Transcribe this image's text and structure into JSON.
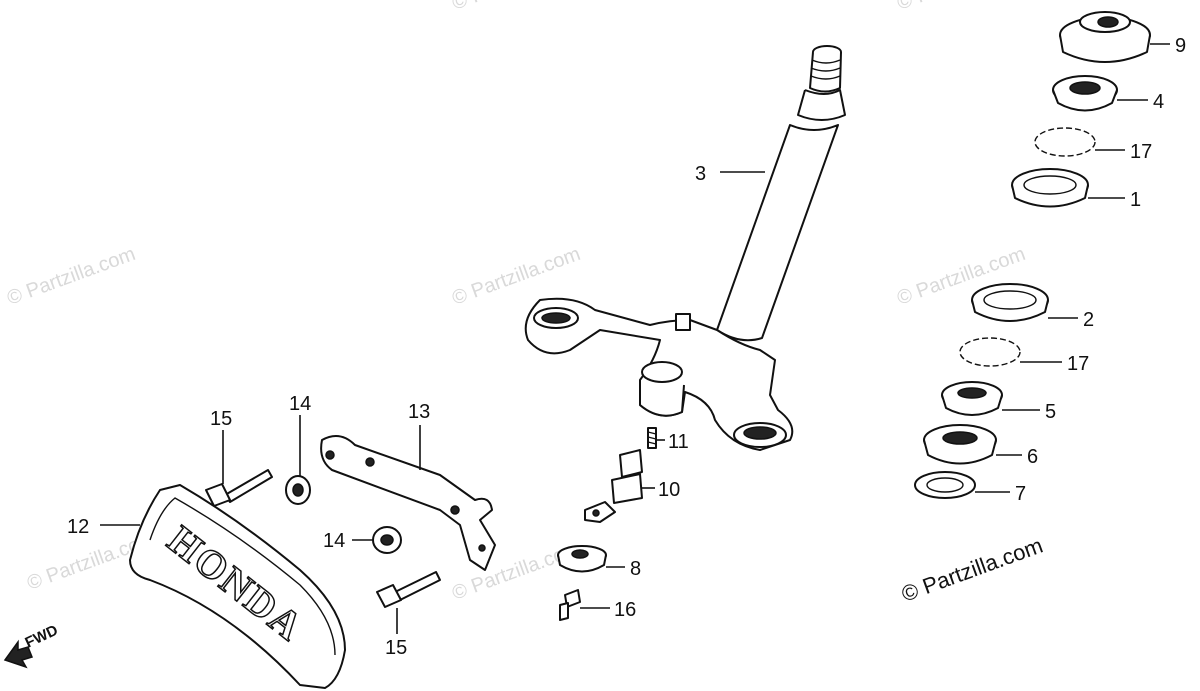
{
  "watermark": "© Partzilla.com",
  "copyright": "© Partzilla.com",
  "emblem_text": "HONDA",
  "fwd_label": "FWD",
  "callouts": {
    "c1": "1",
    "c2": "2",
    "c3": "3",
    "c4": "4",
    "c5": "5",
    "c6": "6",
    "c7": "7",
    "c8": "8",
    "c9": "9",
    "c10": "10",
    "c11": "11",
    "c12": "12",
    "c13": "13",
    "c14a": "14",
    "c14b": "14",
    "c15a": "15",
    "c15b": "15",
    "c16": "16",
    "c17a": "17",
    "c17b": "17"
  }
}
